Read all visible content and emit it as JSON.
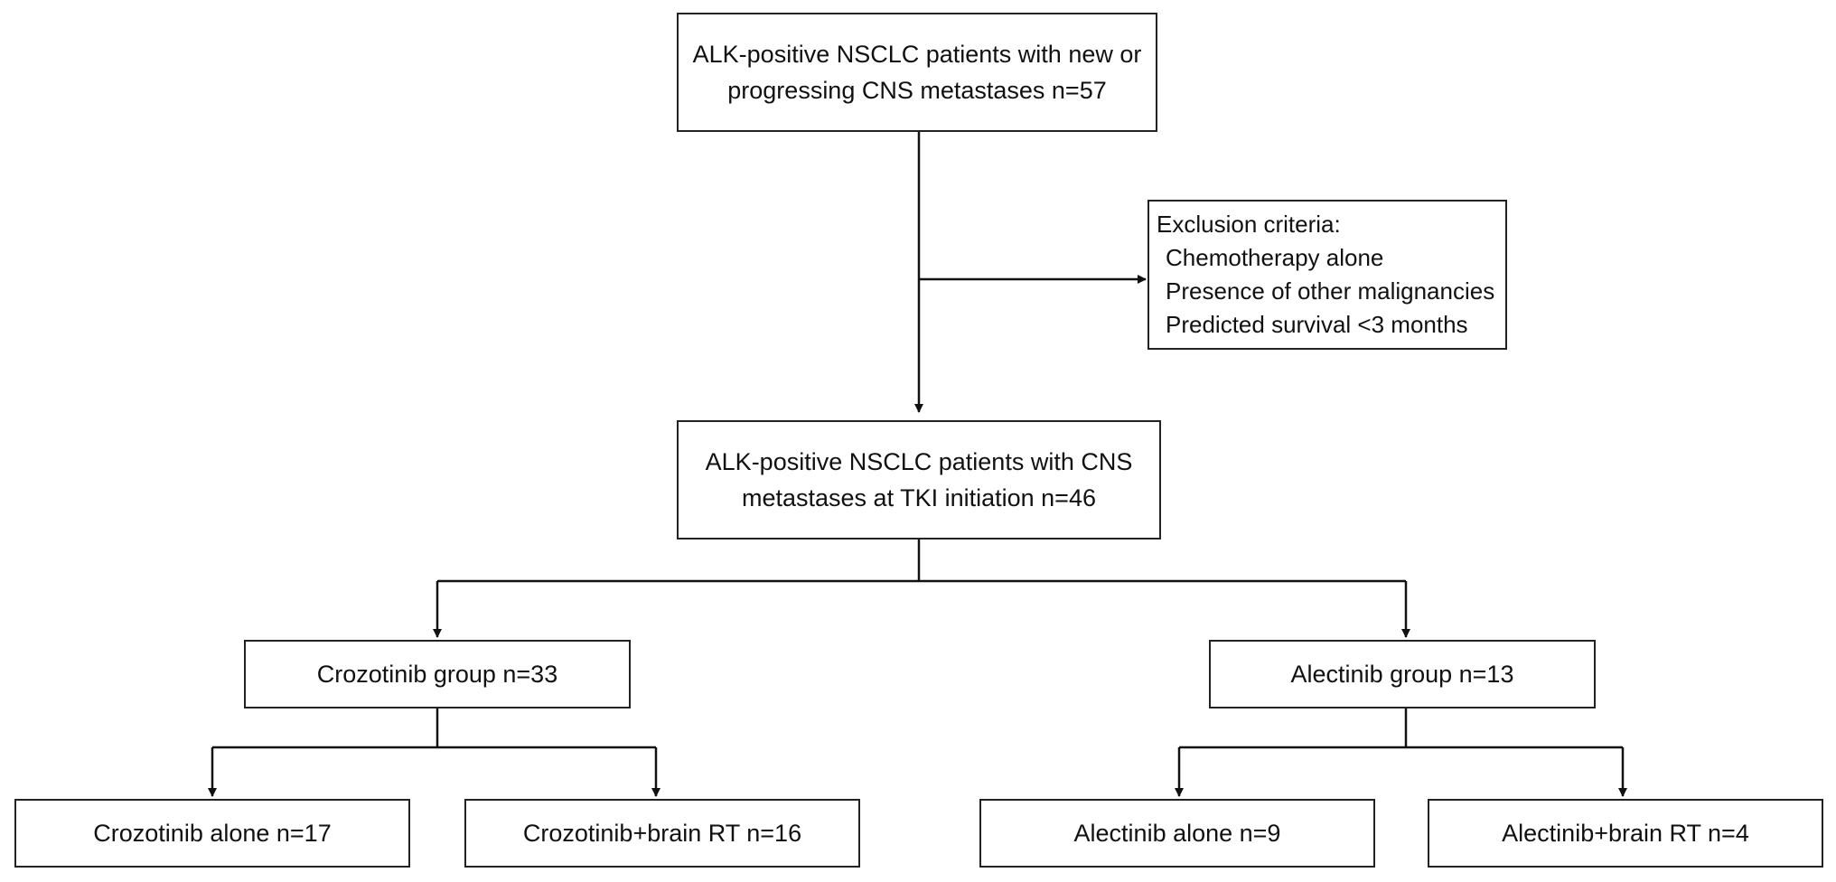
{
  "flowchart": {
    "start": {
      "line1": "ALK-positive NSCLC patients with new or",
      "line2": "progressing CNS metastases n=57"
    },
    "exclusion": {
      "heading": "Exclusion criteria:",
      "items": [
        "Chemotherapy alone",
        "Presence of other malignancies",
        "Predicted survival <3 months"
      ]
    },
    "included": {
      "line1": "ALK-positive NSCLC patients with CNS",
      "line2": "metastases at TKI initiation n=46"
    },
    "groups": [
      {
        "label": "Crozotinib group n=33",
        "subgroups": [
          "Crozotinib alone n=17",
          "Crozotinib+brain RT n=16"
        ]
      },
      {
        "label": "Alectinib group n=13",
        "subgroups": [
          "Alectinib alone n=9",
          "Alectinib+brain RT n=4"
        ]
      }
    ]
  }
}
